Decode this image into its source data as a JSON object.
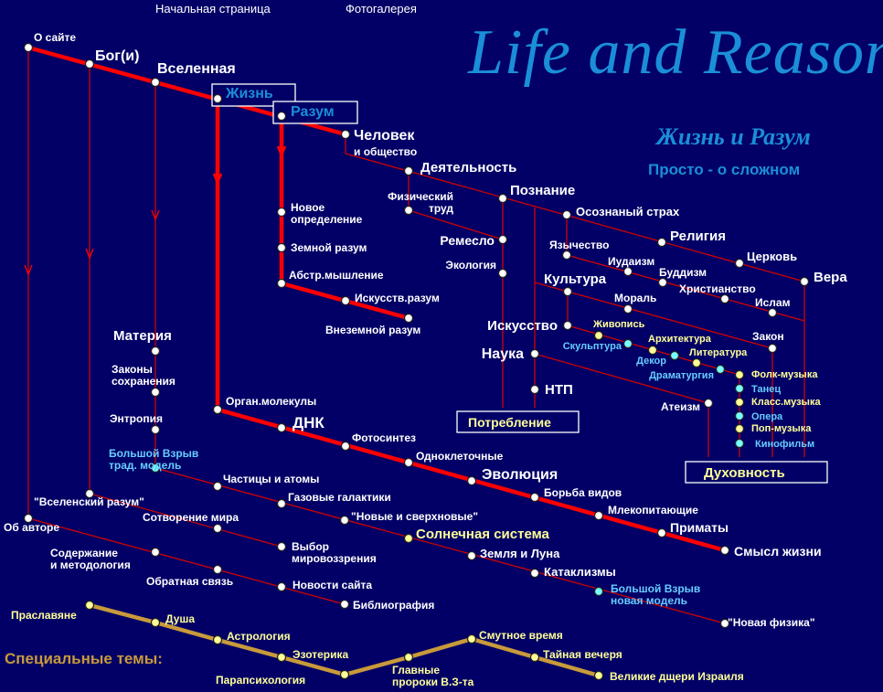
{
  "nav": {
    "home": "Начальная страница",
    "gallery": "Фотогалерея"
  },
  "logo": {
    "title": "Life and Reason",
    "subtitle": "Жизнь и Разум",
    "tagline": "Просто - о сложном"
  },
  "boxes": {
    "consumption": "Потребление",
    "spirituality": "Духовность"
  },
  "special_label": "Специальные темы:",
  "colors": {
    "background": "#020066",
    "main_line": "#ff0000",
    "thin_line": "#d00000",
    "special_line": "#c89a3a",
    "yellow": "#ffff99",
    "cyan": "#66ccff",
    "blue": "#1a8fd8"
  },
  "nodes": [
    {
      "lines": [
        "О сайте"
      ],
      "kind": "main"
    },
    {
      "lines": [
        "Бог(и)"
      ],
      "kind": "main"
    },
    {
      "lines": [
        "Вселенная"
      ],
      "kind": "main"
    },
    {
      "lines": [
        "Жизнь"
      ],
      "kind": "blue"
    },
    {
      "lines": [
        "Разум"
      ],
      "kind": "blue"
    },
    {
      "lines": [
        "Человек",
        "и общество"
      ],
      "kind": "main"
    },
    {
      "lines": [
        "Деятельность"
      ],
      "kind": "main"
    },
    {
      "lines": [
        "Физический",
        "труд"
      ],
      "kind": "main"
    },
    {
      "lines": [
        "Познание"
      ],
      "kind": "main"
    },
    {
      "lines": [
        "Ремесло"
      ],
      "kind": "main"
    },
    {
      "lines": [
        "Экология"
      ],
      "kind": "main"
    },
    {
      "lines": [
        "Осознаный страх"
      ],
      "kind": "main"
    },
    {
      "lines": [
        "Религия"
      ],
      "kind": "main"
    },
    {
      "lines": [
        "Церковь"
      ],
      "kind": "main"
    },
    {
      "lines": [
        "Вера"
      ],
      "kind": "main"
    },
    {
      "lines": [
        "Язычество"
      ],
      "kind": "main"
    },
    {
      "lines": [
        "Иудаизм"
      ],
      "kind": "main"
    },
    {
      "lines": [
        "Буддизм"
      ],
      "kind": "main"
    },
    {
      "lines": [
        "Христианство"
      ],
      "kind": "main"
    },
    {
      "lines": [
        "Ислам"
      ],
      "kind": "main"
    },
    {
      "lines": [
        "Культура"
      ],
      "kind": "main"
    },
    {
      "lines": [
        "Мораль"
      ],
      "kind": "main"
    },
    {
      "lines": [
        "Закон"
      ],
      "kind": "main"
    },
    {
      "lines": [
        "Искусство"
      ],
      "kind": "main"
    },
    {
      "lines": [
        "Живопись"
      ],
      "kind": "yellow"
    },
    {
      "lines": [
        "Скульптура"
      ],
      "kind": "cyan"
    },
    {
      "lines": [
        "Архитектура"
      ],
      "kind": "yellow"
    },
    {
      "lines": [
        "Декор"
      ],
      "kind": "cyan"
    },
    {
      "lines": [
        "Литература"
      ],
      "kind": "yellow"
    },
    {
      "lines": [
        "Драматургия"
      ],
      "kind": "cyan"
    },
    {
      "lines": [
        "Фолк-музыка"
      ],
      "kind": "yellow"
    },
    {
      "lines": [
        "Танец"
      ],
      "kind": "cyan"
    },
    {
      "lines": [
        "Класс.музыка"
      ],
      "kind": "yellow"
    },
    {
      "lines": [
        "Опера"
      ],
      "kind": "cyan"
    },
    {
      "lines": [
        "Поп-музыка"
      ],
      "kind": "yellow"
    },
    {
      "lines": [
        "Кинофильм"
      ],
      "kind": "cyan"
    },
    {
      "lines": [
        "Наука"
      ],
      "kind": "main"
    },
    {
      "lines": [
        "НТП"
      ],
      "kind": "main"
    },
    {
      "lines": [
        "Атеизм"
      ],
      "kind": "main"
    },
    {
      "lines": [
        "Новое",
        "определение"
      ],
      "kind": "main"
    },
    {
      "lines": [
        "Земной разум"
      ],
      "kind": "main"
    },
    {
      "lines": [
        "Абстр.мышление"
      ],
      "kind": "main"
    },
    {
      "lines": [
        "Искусств.разум"
      ],
      "kind": "main"
    },
    {
      "lines": [
        "Внеземной разум"
      ],
      "kind": "main"
    },
    {
      "lines": [
        "Материя"
      ],
      "kind": "main"
    },
    {
      "lines": [
        "Законы",
        "сохранения"
      ],
      "kind": "main"
    },
    {
      "lines": [
        "Энтропия"
      ],
      "kind": "main"
    },
    {
      "lines": [
        "Большой Взрыв",
        "трад.    модель"
      ],
      "kind": "cyan"
    },
    {
      "lines": [
        "Орган.молекулы"
      ],
      "kind": "main"
    },
    {
      "lines": [
        "ДНК"
      ],
      "kind": "main"
    },
    {
      "lines": [
        "Фотосинтез"
      ],
      "kind": "main"
    },
    {
      "lines": [
        "Одноклеточные"
      ],
      "kind": "main"
    },
    {
      "lines": [
        "Эволюция"
      ],
      "kind": "main"
    },
    {
      "lines": [
        "Борьба видов"
      ],
      "kind": "main"
    },
    {
      "lines": [
        "Млекопитающие"
      ],
      "kind": "main"
    },
    {
      "lines": [
        "Приматы"
      ],
      "kind": "main"
    },
    {
      "lines": [
        "Смысл жизни"
      ],
      "kind": "main"
    },
    {
      "lines": [
        "Частицы и атомы"
      ],
      "kind": "main"
    },
    {
      "lines": [
        "Газовые галактики"
      ],
      "kind": "main"
    },
    {
      "lines": [
        "\"Новые и сверхновые\""
      ],
      "kind": "main"
    },
    {
      "lines": [
        "Солнечная система"
      ],
      "kind": "yellow"
    },
    {
      "lines": [
        "Земля и Луна"
      ],
      "kind": "main"
    },
    {
      "lines": [
        "Катаклизмы"
      ],
      "kind": "main"
    },
    {
      "lines": [
        "Большой Взрыв",
        "новая модель"
      ],
      "kind": "cyan"
    },
    {
      "lines": [
        "\"Новая физика\""
      ],
      "kind": "main"
    },
    {
      "lines": [
        "\"Вселенский разум\""
      ],
      "kind": "main"
    },
    {
      "lines": [
        "Сотворение мира"
      ],
      "kind": "main"
    },
    {
      "lines": [
        "Выбор",
        "мировоззрения"
      ],
      "kind": "main"
    },
    {
      "lines": [
        "Об авторе"
      ],
      "kind": "main"
    },
    {
      "lines": [
        "Содержание",
        "и методология"
      ],
      "kind": "main"
    },
    {
      "lines": [
        "Обратная связь"
      ],
      "kind": "main"
    },
    {
      "lines": [
        "Новости сайта"
      ],
      "kind": "main"
    },
    {
      "lines": [
        "Библиография"
      ],
      "kind": "main"
    },
    {
      "lines": [
        "Праславяне"
      ],
      "kind": "yellow"
    },
    {
      "lines": [
        "Душа"
      ],
      "kind": "yellow"
    },
    {
      "lines": [
        "Астрология"
      ],
      "kind": "yellow"
    },
    {
      "lines": [
        "Эзотерика"
      ],
      "kind": "yellow"
    },
    {
      "lines": [
        "Парапсихология"
      ],
      "kind": "yellow"
    },
    {
      "lines": [
        "Главные",
        "пророки В.З-та"
      ],
      "kind": "yellow"
    },
    {
      "lines": [
        "Смутное время"
      ],
      "kind": "yellow"
    },
    {
      "lines": [
        "Тайная вечеря"
      ],
      "kind": "yellow"
    },
    {
      "lines": [
        "Великие дщери Израиля"
      ],
      "kind": "yellow"
    }
  ]
}
